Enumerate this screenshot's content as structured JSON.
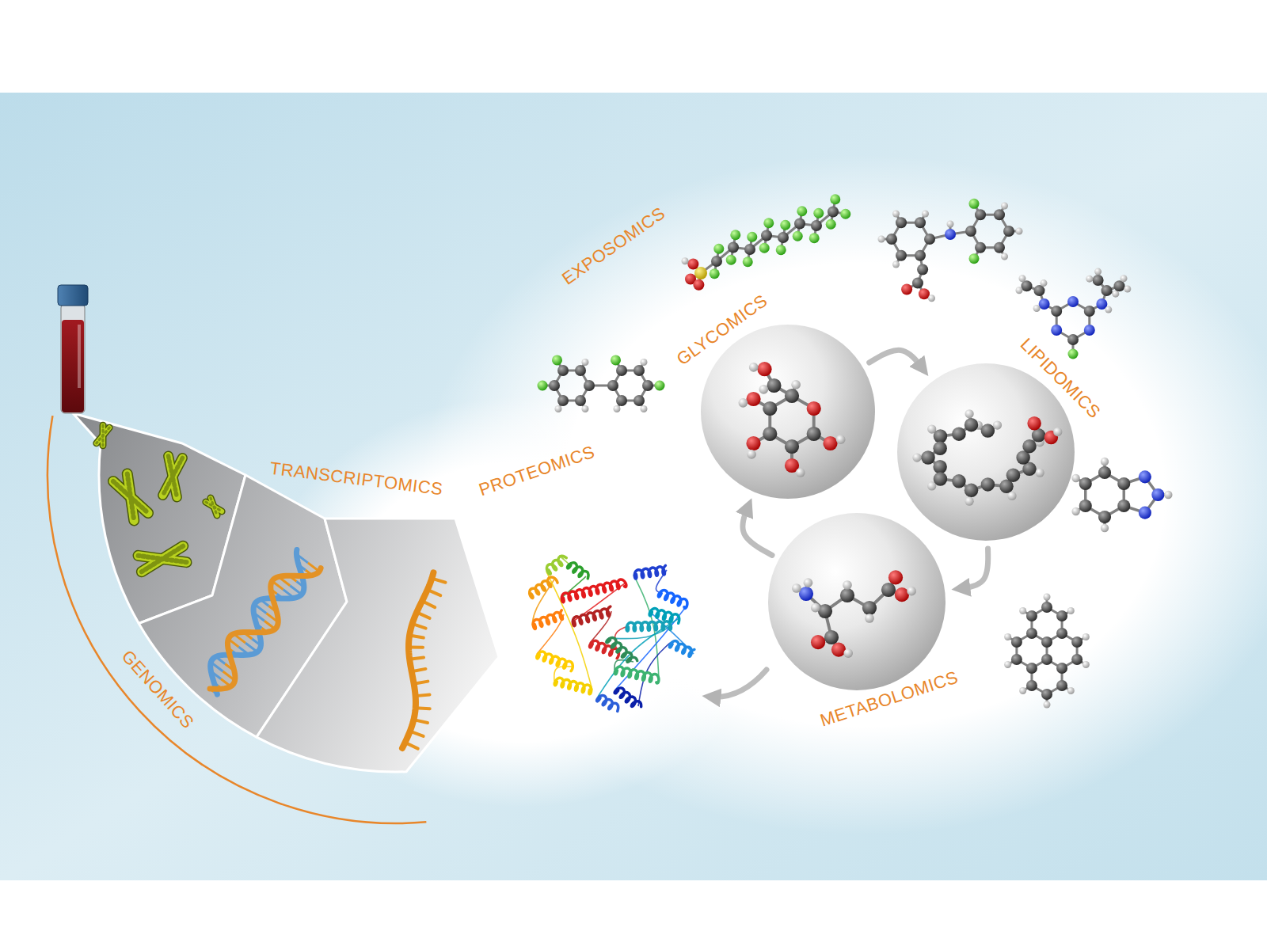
{
  "diagram": {
    "nodes": [
      {
        "text": [
          "GLYCOMICS"
        ]
      },
      {
        "text": [
          "LIPIDOMICS"
        ]
      },
      {
        "text": [
          "METABOLOMICS"
        ]
      }
    ],
    "edges": [
      {
        "from": 0,
        "to": 1,
        "arrow": "to"
      },
      {
        "from": 1,
        "to": 2,
        "arrow": "to"
      },
      {
        "from": 2,
        "to": 0,
        "arrow": "to"
      }
    ],
    "labels": [
      "EXPOSOMICS",
      "PROTEOMICS",
      "TRANSCRIPTOMICS",
      "GENOMICS"
    ]
  }
}
